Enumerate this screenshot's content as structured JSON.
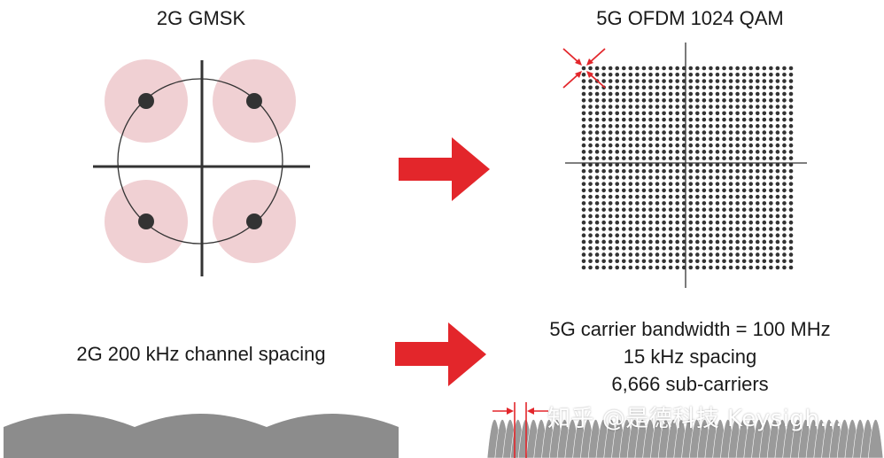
{
  "left_title": "2G GMSK",
  "right_title": "5G OFDM 1024 QAM",
  "left_caption": "2G 200 kHz channel spacing",
  "right_caption_lines": [
    "5G carrier bandwidth = 100 MHz",
    "15 kHz spacing",
    "6,666 sub-carriers"
  ],
  "watermark": "知乎 @是德科技 Keysigh...",
  "colors": {
    "accent_red": "#e3262b",
    "halo_pink": "#f0d0d3",
    "dot_dark": "#333333",
    "carrier_gray": "#8c8c8c",
    "subcarrier_gray": "#9a9a9a"
  },
  "constellation_2g": {
    "symbols": 4,
    "points": [
      [
        -1,
        1
      ],
      [
        1,
        1
      ],
      [
        -1,
        -1
      ],
      [
        1,
        -1
      ]
    ]
  },
  "constellation_5g": {
    "order": 1024,
    "points_per_side": 32
  },
  "spectrum_2g": {
    "channels": 3
  },
  "spectrum_5g": {
    "subcarriers_drawn": 50
  }
}
